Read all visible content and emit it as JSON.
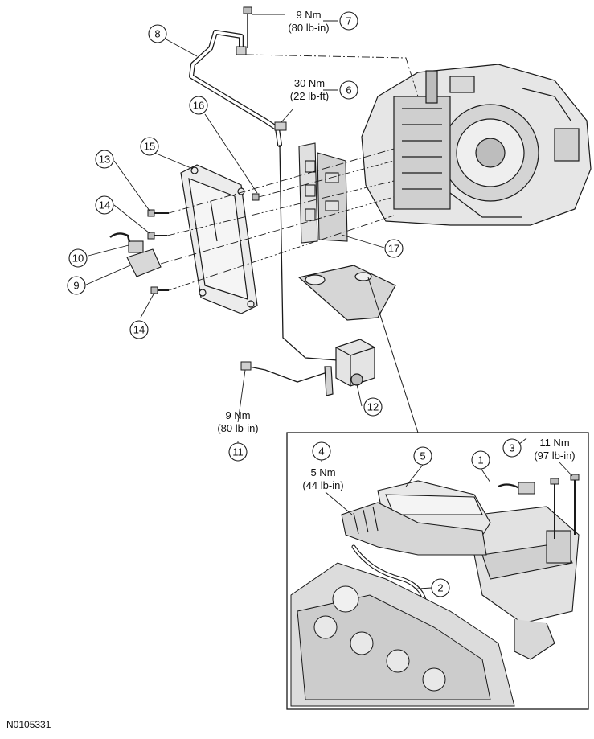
{
  "figure_id": "N0105331",
  "callouts": [
    {
      "id": "1",
      "label": "1"
    },
    {
      "id": "2",
      "label": "2"
    },
    {
      "id": "3",
      "label": "3"
    },
    {
      "id": "4",
      "label": "4"
    },
    {
      "id": "5",
      "label": "5"
    },
    {
      "id": "6",
      "label": "6"
    },
    {
      "id": "7",
      "label": "7"
    },
    {
      "id": "8",
      "label": "8"
    },
    {
      "id": "9",
      "label": "9"
    },
    {
      "id": "10",
      "label": "10"
    },
    {
      "id": "11",
      "label": "11"
    },
    {
      "id": "12",
      "label": "12"
    },
    {
      "id": "13",
      "label": "13"
    },
    {
      "id": "14a",
      "label": "14"
    },
    {
      "id": "14b",
      "label": "14"
    },
    {
      "id": "15",
      "label": "15"
    },
    {
      "id": "16",
      "label": "16"
    },
    {
      "id": "17",
      "label": "17"
    }
  ],
  "torques": {
    "t7": {
      "line1": "9 Nm",
      "line2": "(80 lb-in)"
    },
    "t6": {
      "line1": "30 Nm",
      "line2": "(22 lb-ft)"
    },
    "t11": {
      "line1": "9 Nm",
      "line2": "(80 lb-in)"
    },
    "t4": {
      "line1": "5 Nm",
      "line2": "(44 lb-in)"
    },
    "t3": {
      "line1": "11 Nm",
      "line2": "(97 lb-in)"
    }
  },
  "colors": {
    "line": "#1a1a1a",
    "part_fill": "#e6e6e6",
    "part_dark": "#8c8c8c",
    "background": "#ffffff"
  }
}
